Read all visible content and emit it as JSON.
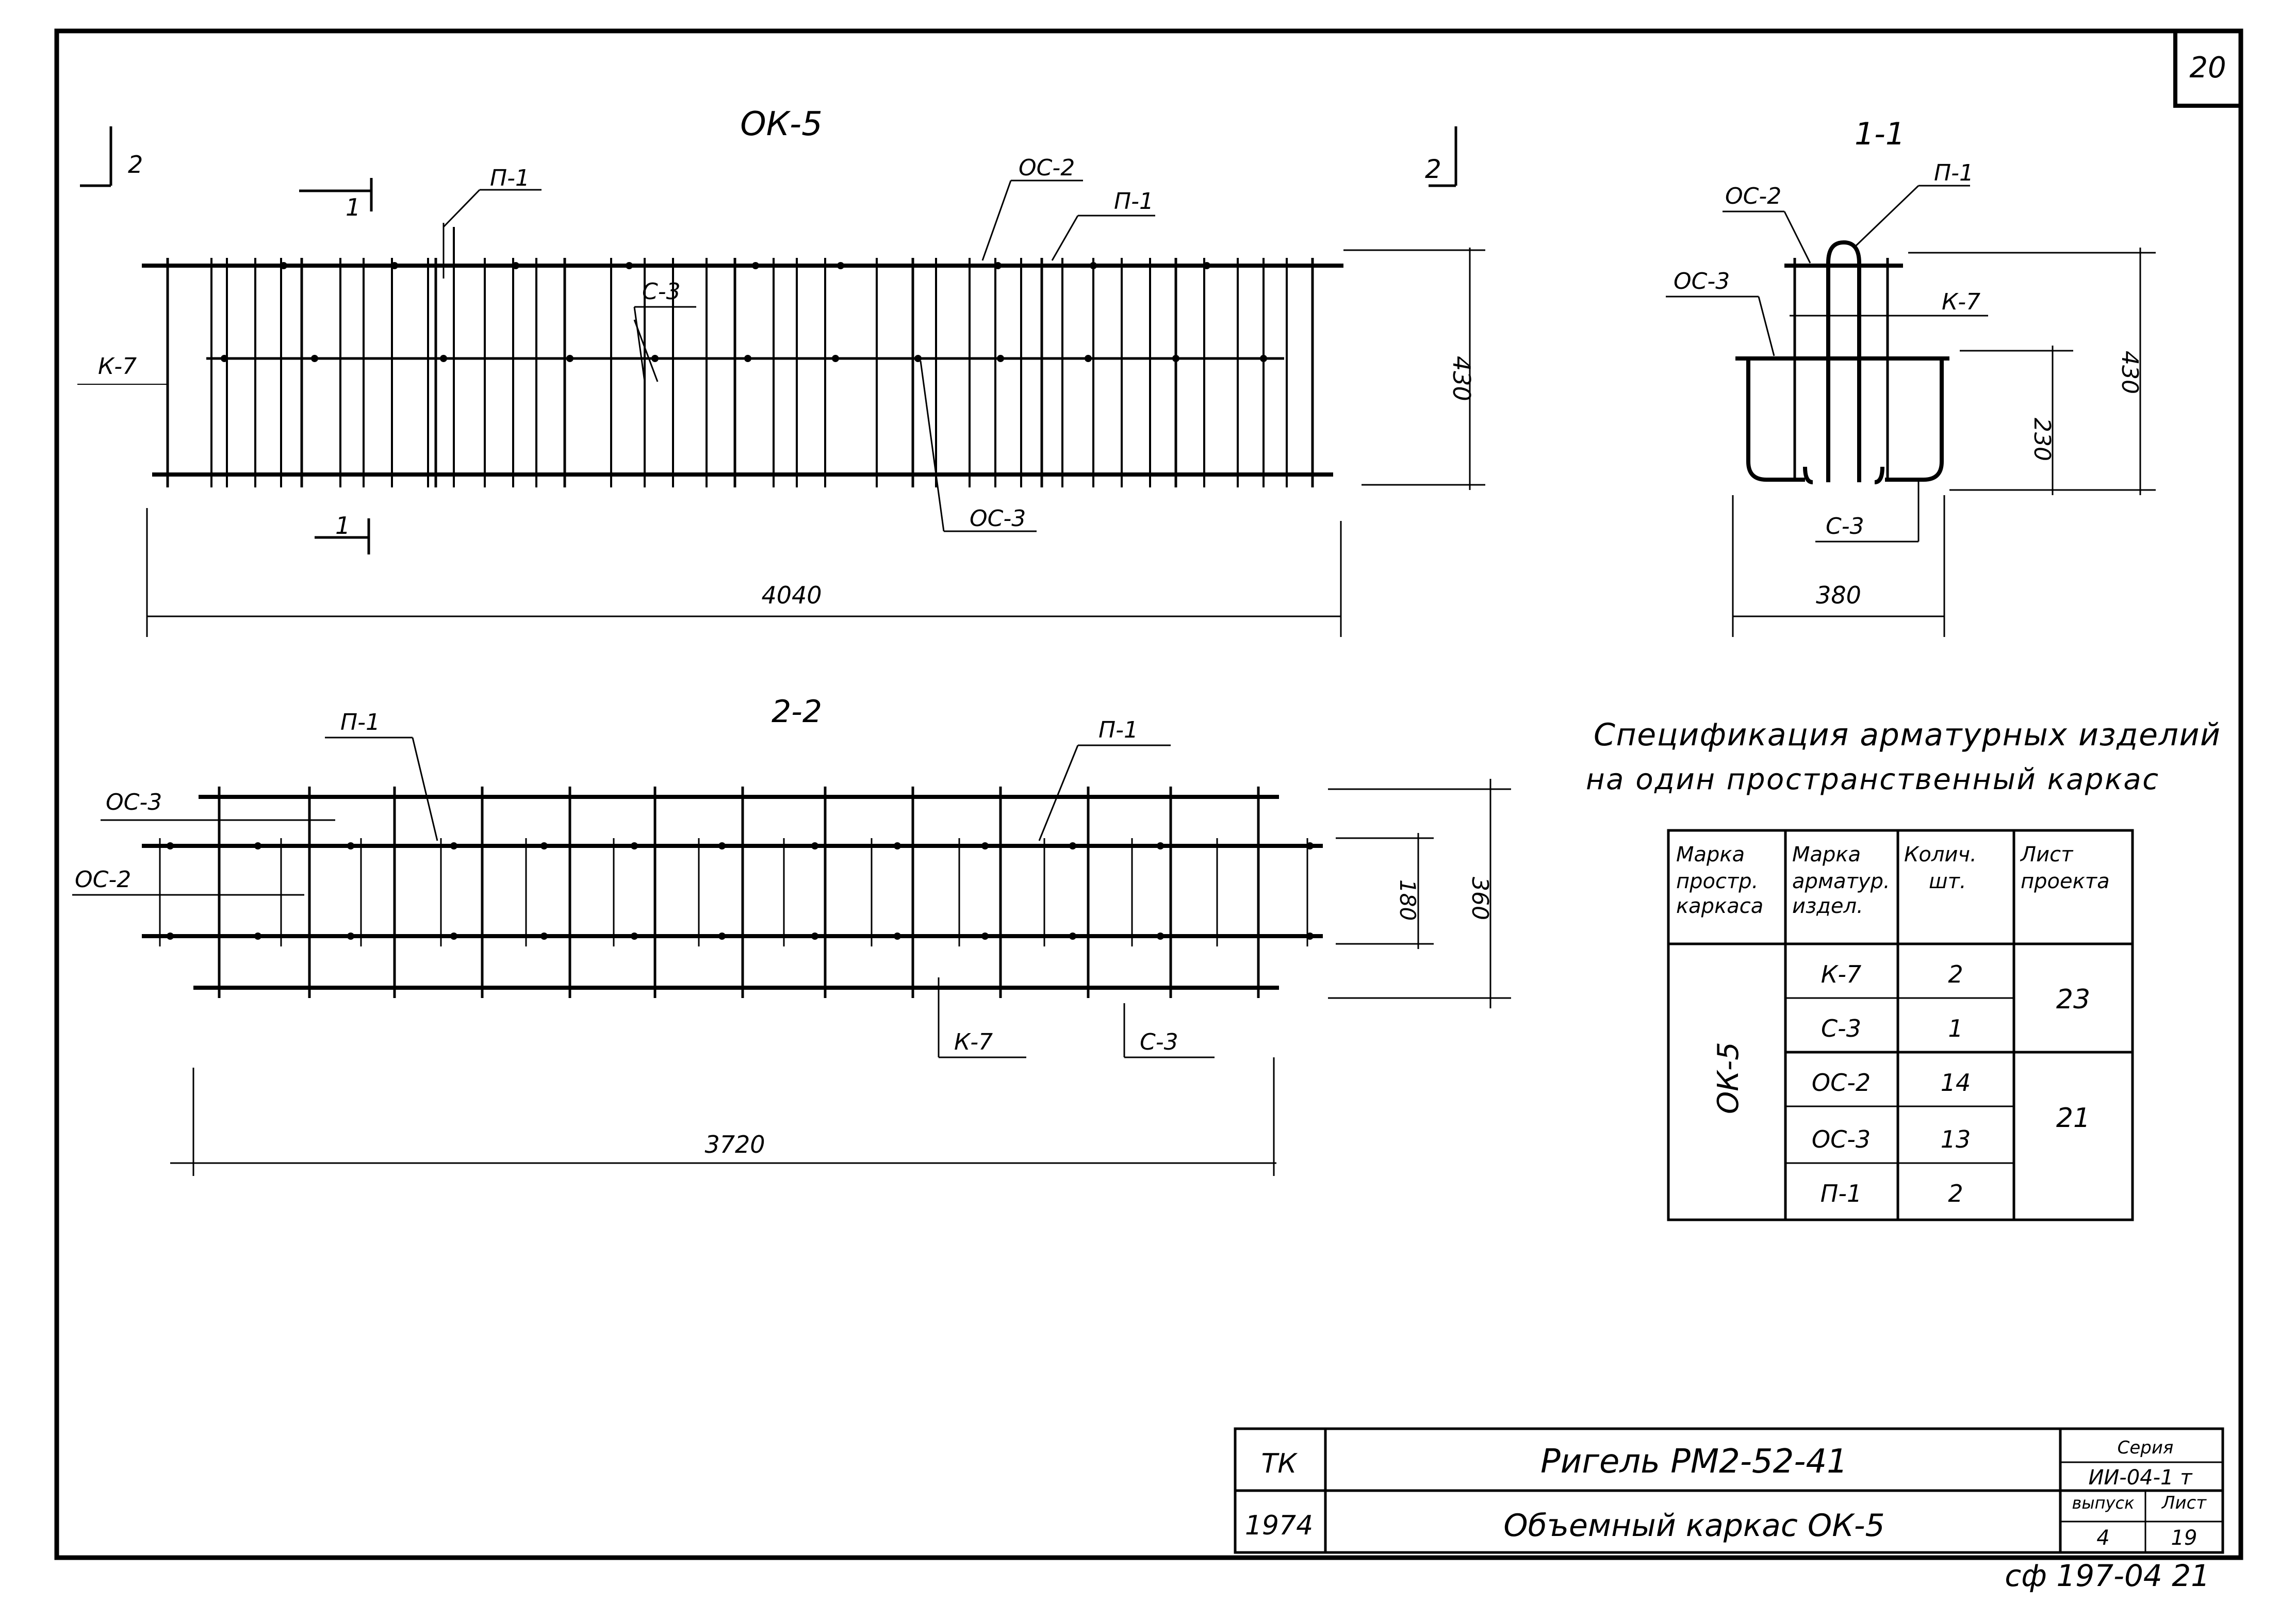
{
  "sheet": {
    "number": "20",
    "stamp": "сф 197-04 21"
  },
  "view_elevation": {
    "title": "ОК-5",
    "section_mark": "2",
    "cut_mark": "1",
    "labels": {
      "p1_a": "П-1",
      "p1_b": "П-1",
      "oc2": "ОС-2",
      "oc3": "ОС-3",
      "c3": "С-3",
      "k7": "К-7"
    },
    "dims": {
      "length": "4040",
      "height": "430"
    }
  },
  "view_section_11": {
    "title": "1-1",
    "labels": {
      "oc2": "ОС-2",
      "p1": "П-1",
      "oc3": "ОС-3",
      "k7": "К-7",
      "c3": "С-3"
    },
    "dims": {
      "width": "380",
      "h1": "230",
      "h2": "430"
    }
  },
  "view_plan_22": {
    "title": "2-2",
    "labels": {
      "p1_a": "П-1",
      "p1_b": "П-1",
      "oc3": "ОС-3",
      "oc2": "ОС-2",
      "k7": "К-7",
      "c3": "С-3"
    },
    "dims": {
      "length": "3720",
      "w1": "180",
      "w2": "360"
    }
  },
  "spec": {
    "title_line1": "Спецификация арматурных изделий",
    "title_line2": "на один пространственный каркас",
    "headers": [
      [
        "Марка",
        "простр.",
        "каркаса"
      ],
      [
        "Марка",
        "арматур.",
        "издел."
      ],
      [
        "Колич.",
        "шт."
      ],
      [
        "Лист",
        "проекта"
      ]
    ],
    "frame_mark": "ОК-5",
    "rows": [
      {
        "item": "К-7",
        "qty": "2"
      },
      {
        "item": "С-3",
        "qty": "1"
      },
      {
        "item": "ОС-2",
        "qty": "14"
      },
      {
        "item": "ОС-3",
        "qty": "13"
      },
      {
        "item": "П-1",
        "qty": "2"
      }
    ],
    "sheets": [
      "23",
      "21"
    ]
  },
  "title_block": {
    "org": "ТК",
    "year": "1974",
    "title": "Ригель РМ2-52-41",
    "subtitle": "Объемный каркас ОК-5",
    "series_label": "Серия",
    "series": "ИИ-04-1 т",
    "issue_label": "выпуск",
    "issue": "4",
    "sheet_label": "Лист",
    "sheet": "19"
  }
}
